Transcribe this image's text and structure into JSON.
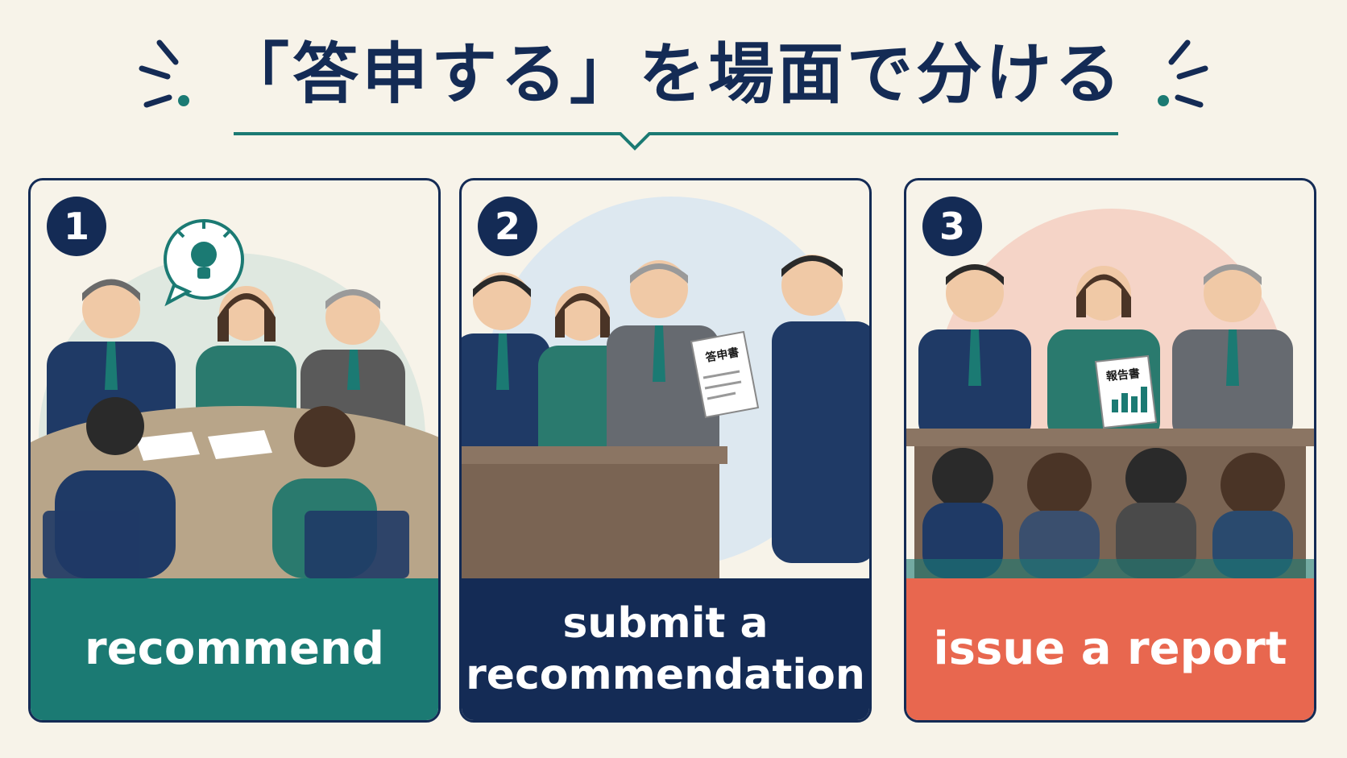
{
  "header": {
    "title": "「答申する」を場面で分ける"
  },
  "cards": [
    {
      "number": "1",
      "label": "recommend",
      "color": "#1b7a73"
    },
    {
      "number": "2",
      "label_line1": "submit a",
      "label_line2": "recommendation",
      "document_label": "答申書",
      "color": "#142b55"
    },
    {
      "number": "3",
      "label": "issue a report",
      "document_label": "報告書",
      "color": "#e8674f"
    }
  ]
}
